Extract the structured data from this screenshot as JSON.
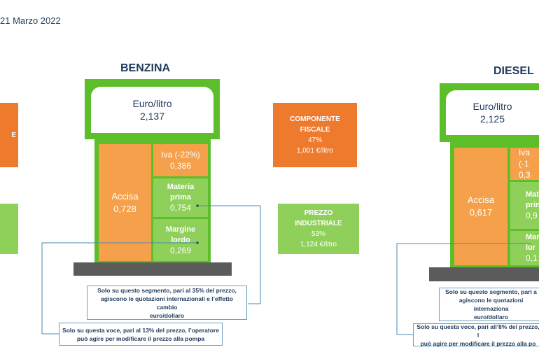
{
  "date": "21 Marzo 2022",
  "benzina": {
    "title": "BENZINA",
    "price_label": "Euro/litro",
    "price_value": "2,137",
    "accisa_label": "Accisa",
    "accisa_value": "0,728",
    "iva_label": "Iva (-22%)",
    "iva_value": "0,386",
    "materia_label_1": "Materia",
    "materia_label_2": "prima",
    "materia_value": "0,754",
    "margine_label_1": "Margine",
    "margine_label_2": "lordo",
    "margine_value": "0,269",
    "fiscale": {
      "line1": "COMPONENTE",
      "line2": "FISCALE",
      "pct": "47%",
      "value": "1,001 €/litro"
    },
    "industriale": {
      "line1": "PREZZO",
      "line2": "INDUSTRIALE",
      "pct": "53%",
      "value": "1,124 €/litro"
    },
    "note_segment": {
      "line1": "Solo su questo segmento, pari al 35% del prezzo,",
      "line2": "agiscono le quotazioni internazionali e l’effetto cambio",
      "line3": "euro/dollaro"
    },
    "note_voice": {
      "line1": "Solo su questa voce, pari al 13% del prezzo, l’operatore",
      "line2": "può agire per modificare il prezzo alla pompa"
    }
  },
  "diesel": {
    "title": "DIESEL",
    "price_label": "Euro/litro",
    "price_value": "2,125",
    "accisa_label": "Accisa",
    "accisa_value": "0,617",
    "iva_label": "Iva (-1",
    "iva_value": "0,3",
    "materia_label_1": "Mat",
    "materia_label_2": "prin",
    "materia_value": "0,9",
    "margine_label_1": "Marg",
    "margine_label_2": "lor",
    "margine_value": "0,1",
    "note_segment": {
      "line1": "Solo su questo segmento, pari a",
      "line2": "agiscono le quotazioni internaziona",
      "line3": "euro/dollaro"
    },
    "note_voice": {
      "line1": "Solo su questa voce, pari all’8% del prezzo, l",
      "line2": "può agire per modificare il prezzo alla po"
    }
  },
  "left_partial": {
    "orange_text": "E"
  },
  "colors": {
    "dark_green": "#5cbf2a",
    "light_green": "#8fd05a",
    "orange": "#f5a04a",
    "dark_orange": "#ee7a2d",
    "base": "#5b5b5b",
    "navy": "#1f3b5c"
  }
}
